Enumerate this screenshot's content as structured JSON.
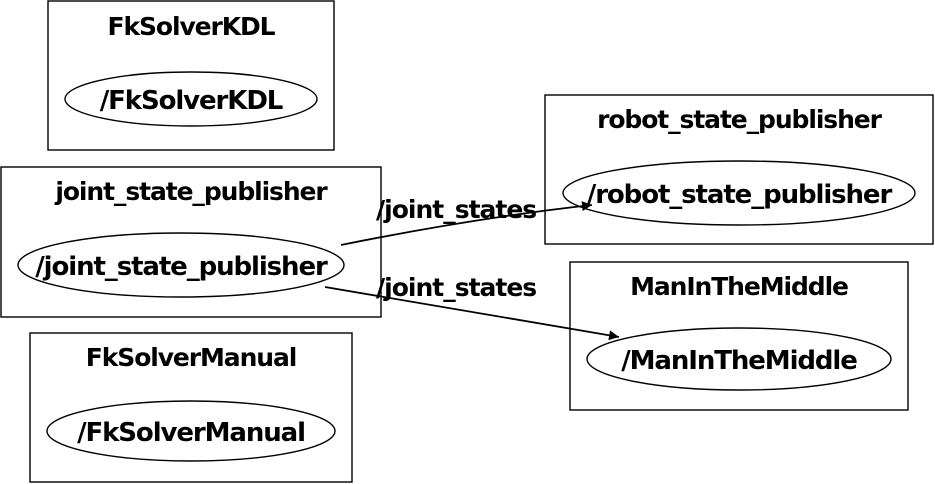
{
  "diagram": {
    "clusters": [
      {
        "id": "fksolverkdl",
        "title": "FkSolverKDL",
        "node_label": "/FkSolverKDL"
      },
      {
        "id": "joint_state_publisher",
        "title": "joint_state_publisher",
        "node_label": "/joint_state_publisher"
      },
      {
        "id": "fksolvermanual",
        "title": "FkSolverManual",
        "node_label": "/FkSolverManual"
      },
      {
        "id": "robot_state_publisher",
        "title": "robot_state_publisher",
        "node_label": "/robot_state_publisher"
      },
      {
        "id": "maninthemiddle",
        "title": "ManInTheMiddle",
        "node_label": "/ManInTheMiddle"
      }
    ],
    "edges": [
      {
        "from": "joint_state_publisher",
        "to": "robot_state_publisher",
        "label": "/joint_states"
      },
      {
        "from": "joint_state_publisher",
        "to": "maninthemiddle",
        "label": "/joint_states"
      }
    ]
  }
}
